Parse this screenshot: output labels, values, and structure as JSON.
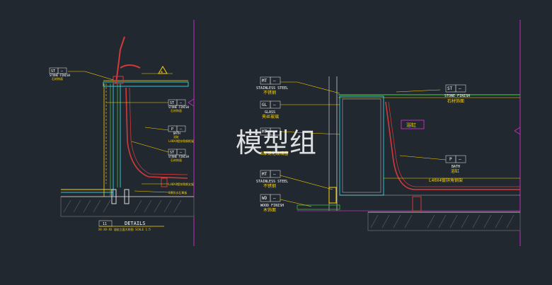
{
  "watermark": "模型组",
  "left": {
    "tag_sf": {
      "code": "ST",
      "dash": "—",
      "en": "STONE FINISH",
      "cn": "石材饰面"
    },
    "tag_sf2": {
      "code": "ST",
      "dash": "—",
      "en": "STONE FINISH",
      "cn": "石材饰面"
    },
    "tag_bath": {
      "code": "P",
      "dash": "—",
      "en": "BATH",
      "cn": "浴缸"
    },
    "tag_st": {
      "code": "ST",
      "dash": "—",
      "en": "STONE FINISH",
      "cn": "石材饰面"
    },
    "angle_note": "L40X4镀锌角钢框架",
    "note_a": "L40X4镀锌角钢支架",
    "note_b": "8厚防水石膏板",
    "elev_mark": "±",
    "details_num": "11",
    "details_title": "DETAILS",
    "details_sub": "XX-XX-XX  浴缸立面大样图  SCALE 1:5"
  },
  "right": {
    "tag_mt1": {
      "code": "MT",
      "dash": "—",
      "en": "STAINLESS STEEL",
      "cn": "不锈钢"
    },
    "tag_gl": {
      "code": "GL",
      "dash": "—",
      "en": "GLASS",
      "cn": "夹丝玻璃"
    },
    "tag_mid": {
      "code": "MT",
      "dash": "—",
      "en": "8厚钢化玻璃",
      "cn": "8厚钢化玻璃窗"
    },
    "tag_mt2": {
      "code": "MT",
      "dash": "—",
      "en": "STAINLESS STEEL",
      "cn": "不锈钢"
    },
    "tag_wd": {
      "code": "WD",
      "dash": "—",
      "en": "WOOD FINISH",
      "cn": "木饰面"
    },
    "tag_st": {
      "code": "ST",
      "dash": "—",
      "en": "STONE FINISH",
      "cn": "石材饰面"
    },
    "tag_bath": {
      "code": "P",
      "dash": "—",
      "en": "BATH",
      "cn": "浴缸"
    },
    "angle_note": "L40X4镀锌角钢架",
    "room_label": "浴缸"
  }
}
